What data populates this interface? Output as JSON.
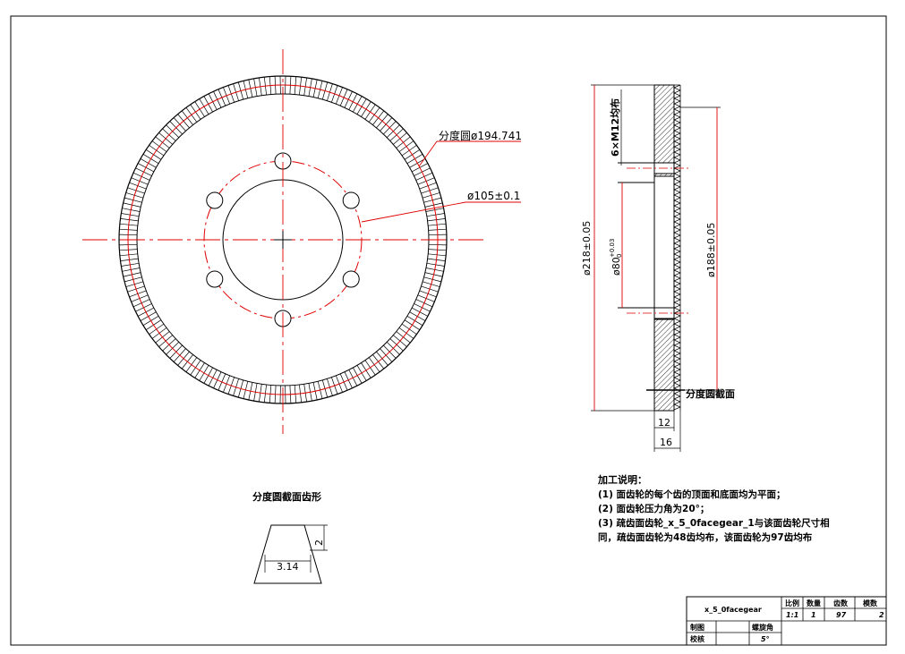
{
  "front_view": {
    "pitch_circle_label": "分度圆ø194.741",
    "bolt_circle_label": "ø105±0.1"
  },
  "section_view": {
    "holes_label": "6×M12均布",
    "outer_diameter_label": "ø218±0.05",
    "bore_label_main": "ø80",
    "bore_label_sup": "+0.03",
    "bore_label_sub": "0",
    "root_diameter_label": "ø188±0.05",
    "pitch_section_label": "分度圆截面",
    "thickness_1": "12",
    "thickness_2": "16"
  },
  "tooth_profile": {
    "title": "分度圆截面齿形",
    "height": "2",
    "width": "3.14"
  },
  "notes": {
    "heading": "加工说明：",
    "line1": "(1) 面齿轮的每个齿的顶面和底面均为平面；",
    "line2": "(2) 面齿轮压力角为20°；",
    "line3": "(3) 疏齿面齿轮_x_5_0facegear_1与该面齿轮尺寸相",
    "line4": "同，疏齿面齿轮为48齿均布，该面齿轮为97齿均布"
  },
  "title_block": {
    "part_name": "x_5_0facegear",
    "h_scale": "比例",
    "h_qty": "数量",
    "h_teeth": "齿数",
    "h_module": "模数",
    "v_scale": "1:1",
    "v_qty": "1",
    "v_teeth": "97",
    "v_module": "2",
    "drawn": "制图",
    "checked": "校核",
    "helix_label": "螺旋角",
    "helix_value": "5°"
  },
  "colors": {
    "center_line": "#e00000",
    "outline": "#000000"
  }
}
